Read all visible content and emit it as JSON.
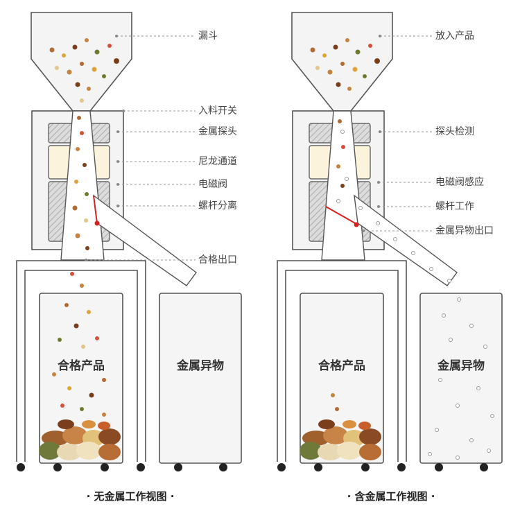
{
  "left_panel": {
    "labels": {
      "hopper": "漏斗",
      "feed_switch": "入料开关",
      "metal_probe": "金属探头",
      "nylon_channel": "尼龙通道",
      "solenoid_valve": "电磁阀",
      "screw_separation": "螺杆分离",
      "qualified_outlet": "合格出口"
    },
    "bins": {
      "good": "合格产品",
      "metal": "金属异物"
    },
    "caption": "· 无金属工作视图 ·"
  },
  "right_panel": {
    "labels": {
      "put_product": "放入产品",
      "probe_detect": "探头检测",
      "valve_sense": "电磁阀感应",
      "screw_work": "螺杆工作",
      "metal_outlet": "金属异物出口"
    },
    "bins": {
      "good": "合格产品",
      "metal": "金属异物"
    },
    "caption": "· 含金属工作视图 ·"
  },
  "colors": {
    "frame": "#555555",
    "machine_fill": "#f4f4f4",
    "channel_fill": "#fdf6e3",
    "coil_fill": "#d8d8d8",
    "screw_line": "#d42020",
    "nut_brown": "#8b5a2b",
    "metal_particle": "#bbbbbb"
  }
}
